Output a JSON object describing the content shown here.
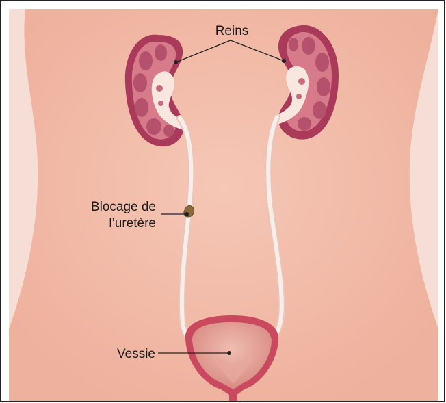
{
  "labels": {
    "kidneys": "Reins",
    "blockage_line1": "Blocage de",
    "blockage_line2": "l’uretère",
    "bladder": "Vessie"
  },
  "colors": {
    "skin": "#f3c0ad",
    "skin_shadow": "#e9a793",
    "kidney_outer": "#a93a5a",
    "kidney_cortex": "#d77a8a",
    "kidney_pyramid": "#b5506d",
    "pelvis": "#f8e6df",
    "ureter": "#f8e9e2",
    "bladder_wall": "#c9495e",
    "bladder_inner": "#e7a59a",
    "stone": "#8a6c3a",
    "leader": "#222222"
  }
}
